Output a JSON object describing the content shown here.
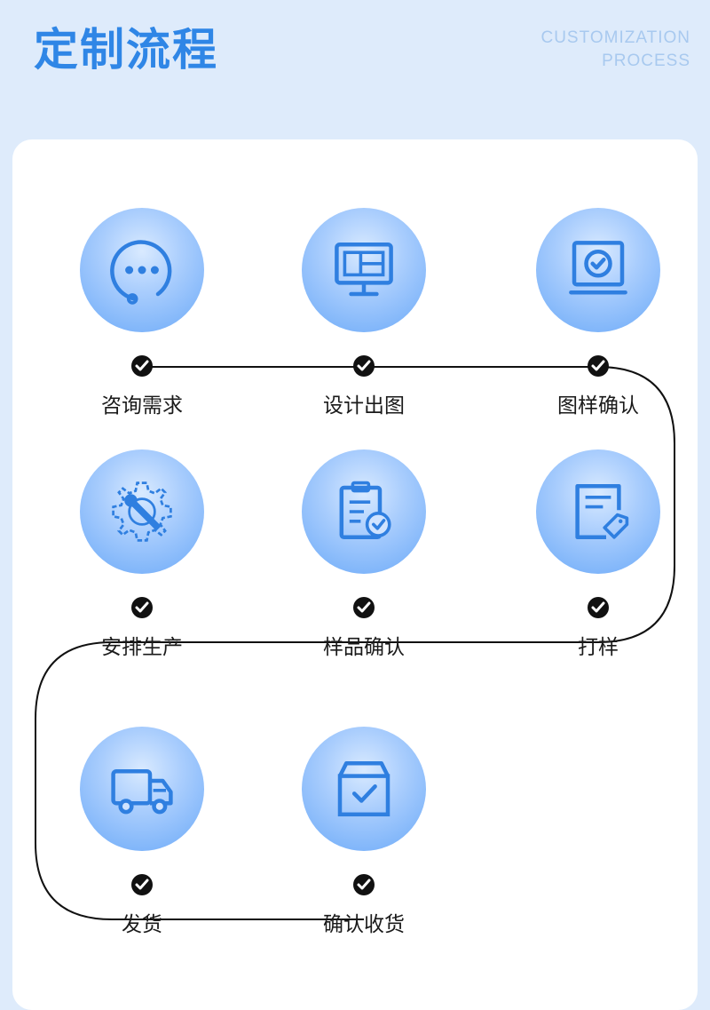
{
  "header": {
    "title": "定制流程",
    "subtitle_line1": "CUSTOMIZATION",
    "subtitle_line2": "PROCESS"
  },
  "colors": {
    "accent": "#2f86e6",
    "icon": "#2f7fe0",
    "circle_light": "#d9eaff",
    "circle_dark": "#6aa9f8",
    "background": "#deebfb"
  },
  "steps": [
    {
      "label": "咨询需求",
      "icon": "chat-bubble-icon"
    },
    {
      "label": "设计出图",
      "icon": "monitor-design-icon"
    },
    {
      "label": "图样确认",
      "icon": "monitor-check-icon"
    },
    {
      "label": "安排生产",
      "icon": "gear-wrench-icon"
    },
    {
      "label": "样品确认",
      "icon": "clipboard-check-icon"
    },
    {
      "label": "打样",
      "icon": "document-tag-icon"
    },
    {
      "label": "发货",
      "icon": "delivery-truck-icon"
    },
    {
      "label": "确认收货",
      "icon": "box-check-icon"
    }
  ]
}
